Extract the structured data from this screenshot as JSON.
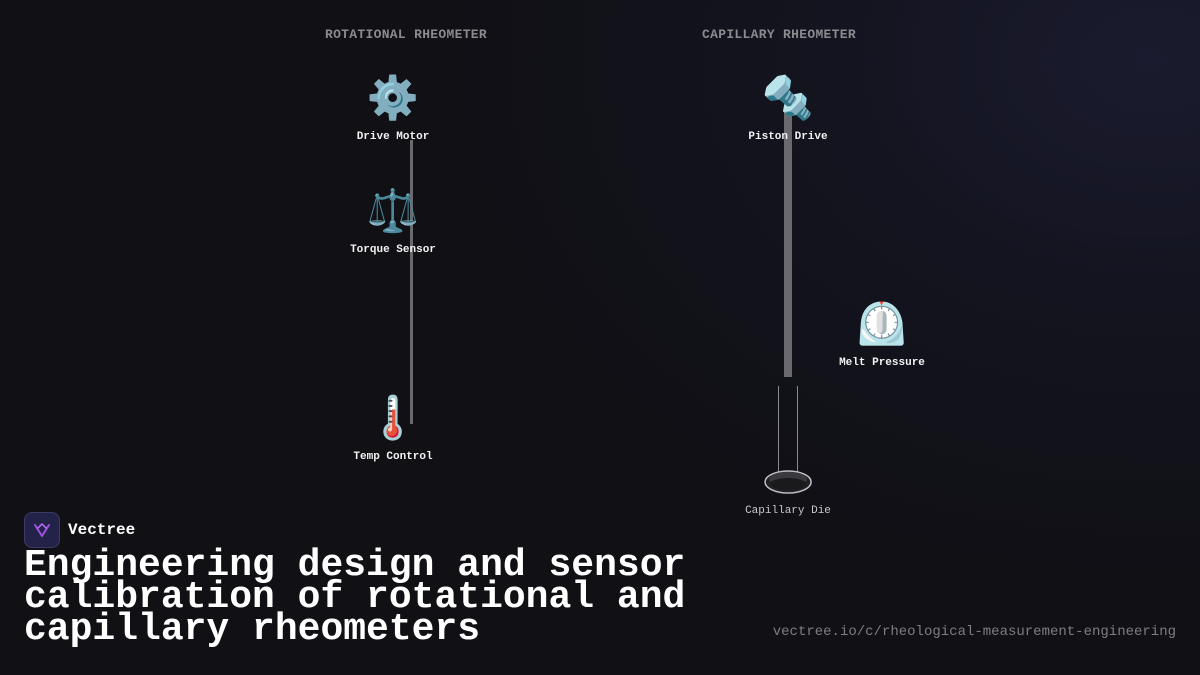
{
  "diagram": {
    "rotational": {
      "heading": "ROTATIONAL RHEOMETER",
      "nodes": [
        {
          "label": "Drive Motor",
          "icon": "gear-icon",
          "glyph": "⚙️"
        },
        {
          "label": "Torque Sensor",
          "icon": "balance-scale-icon",
          "glyph": "⚖️"
        },
        {
          "label": "Temp Control",
          "icon": "thermometer-icon",
          "glyph": "🌡️"
        }
      ]
    },
    "capillary": {
      "heading": "CAPILLARY RHEOMETER",
      "nodes": [
        {
          "label": "Piston Drive",
          "icon": "nut-and-bolt-icon",
          "glyph": "🔩"
        },
        {
          "label": "Melt Pressure",
          "icon": "pressure-gauge-icon",
          "glyph": "⏲️"
        },
        {
          "label": "Capillary Die",
          "icon": "capillary-die-icon"
        }
      ]
    }
  },
  "brand": {
    "name": "Vectree",
    "logo": "vectree-logo-icon",
    "accent": "#a050e0"
  },
  "title": "Engineering design and sensor calibration of rotational and capillary rheometers",
  "url": "vectree.io/c/rheological-measurement-engineering"
}
